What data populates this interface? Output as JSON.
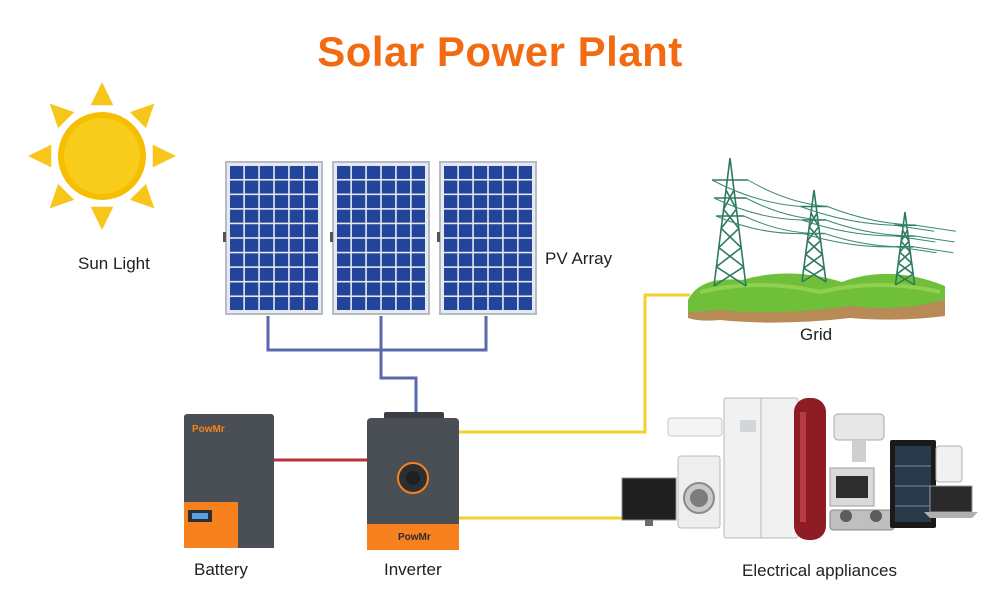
{
  "title": "Solar Power Plant",
  "colors": {
    "title": "#f26b12",
    "sun": "#f7c500",
    "sun_rays": "#f8c61a",
    "panel_cell": "#22449a",
    "panel_frame": "#b5bcc6",
    "dc_wire": "#5a68ae",
    "ac_wire": "#f2d12a",
    "battery_wire": "#b8323a",
    "device_body": "#4a4e55",
    "device_accent": "#f7811f"
  },
  "labels": {
    "sun": "Sun Light",
    "pv": "PV Array",
    "grid": "Grid",
    "battery": "Battery",
    "inverter": "Inverter",
    "appliances": "Electrical appliances"
  },
  "brand": {
    "battery": "PowMr",
    "inverter": "PowMr"
  },
  "icons": {
    "sun": "sun-icon",
    "panels": "solar-panel-icon",
    "grid": "power-tower-icon",
    "battery": "battery-unit-icon",
    "inverter": "inverter-unit-icon",
    "appliances": "home-appliances-icon"
  }
}
